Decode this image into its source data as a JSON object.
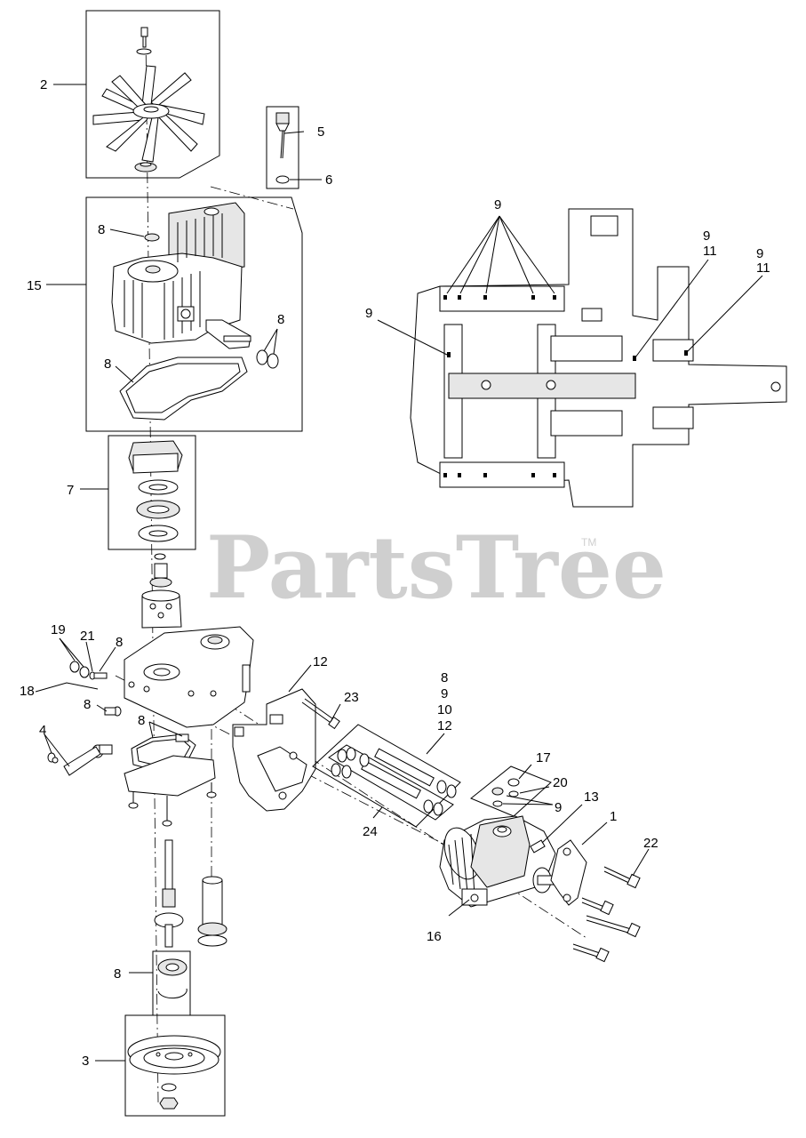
{
  "watermark": {
    "text": "PartsTree",
    "tm": "TM"
  },
  "callouts": {
    "c2": "2",
    "c5": "5",
    "c6": "6",
    "c15": "15",
    "c8_fan_nut": "8",
    "c8_seal_pair": "8",
    "c8_gasket": "8",
    "c7": "7",
    "c9_top": "9",
    "c9_left": "9",
    "c9_r1": "9",
    "c11_r1": "11",
    "c9_r2": "9",
    "c11_r2": "11",
    "c19": "19",
    "c21": "21",
    "c8_valve": "8",
    "c18": "18",
    "c8_plug": "8",
    "c8_oring": "8",
    "c4": "4",
    "c12_bracket": "12",
    "c23": "23",
    "c8_kit": "8",
    "c9_kit": "9",
    "c10_kit": "10",
    "c12_kit": "12",
    "c24": "24",
    "c17": "17",
    "c20": "20",
    "c9_valve": "9",
    "c13": "13",
    "c1": "1",
    "c22": "22",
    "c16": "16",
    "c8_bearing": "8",
    "c3": "3"
  }
}
